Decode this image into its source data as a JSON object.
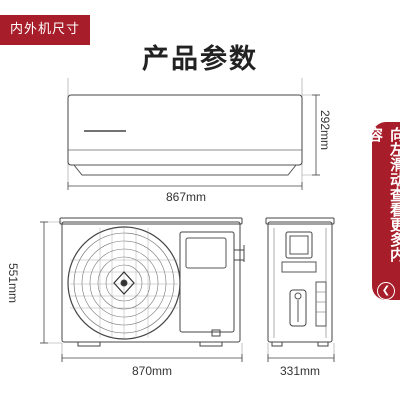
{
  "header": {
    "tag_label": "内外机尺寸",
    "title": "产品参数"
  },
  "side_button": {
    "label": "向左滑动查看更多内容",
    "icon": "arrow-left-circle-icon"
  },
  "dimensions": {
    "indoor_width": "867mm",
    "indoor_height": "292mm",
    "outdoor_width": "870mm",
    "outdoor_height": "551mm",
    "outdoor_depth": "331mm"
  },
  "colors": {
    "accent": "#a71d2a",
    "line": "#444444"
  }
}
